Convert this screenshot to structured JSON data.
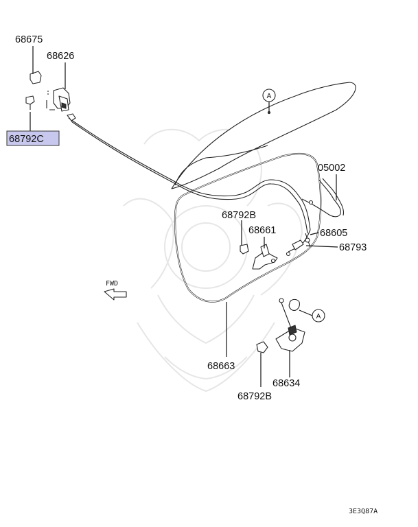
{
  "labels": {
    "p68675": "68675",
    "p68626": "68626",
    "p68792C": "68792C",
    "p05002": "05002",
    "p68792B_top": "68792B",
    "p68661": "68661",
    "p68605": "68605",
    "p68793": "68793",
    "p68663": "68663",
    "p68634": "68634",
    "p68792B_bottom": "68792B",
    "fwd": "FWD",
    "callout_a_top": "A",
    "callout_a_right": "A",
    "diagram_code": "3E3Q87A"
  },
  "colors": {
    "highlight": "#c8c8ee",
    "line": "#222222",
    "watermark": "#e6e6e6"
  }
}
